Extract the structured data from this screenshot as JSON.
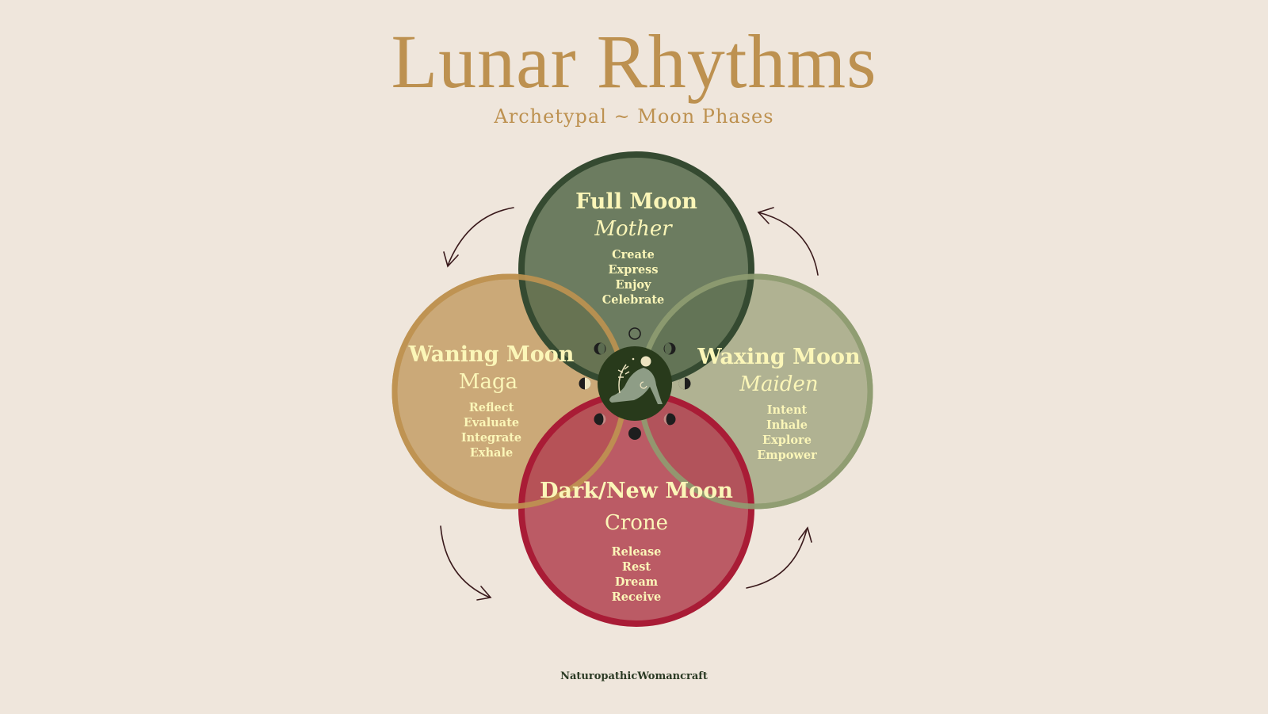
{
  "header": {
    "title": "Lunar Rhythms",
    "subtitle": "Archetypal ~ Moon Phases"
  },
  "colors": {
    "background": "#efe6dc",
    "title": "#bd9150",
    "text_on_circles": "#fbf6b8",
    "full_moon_fill": "#6b7862",
    "full_moon_stroke": "#354a31",
    "waning_fill": "#cba978",
    "waning_stroke": "#bf9352",
    "waxing_fill": "#adb090",
    "waxing_stroke": "#909d72",
    "dark_fill": "#bb5864",
    "dark_stroke": "#a91c36",
    "center_fill": "#283a1b",
    "arrow": "#3a1a1c"
  },
  "phases": {
    "full": {
      "name": "Full Moon",
      "archetype": "Mother",
      "words": [
        "Create",
        "Express",
        "Enjoy",
        "Celebrate"
      ]
    },
    "waning": {
      "name": "Waning Moon",
      "archetype": "Maga",
      "words": [
        "Reflect",
        "Evaluate",
        "Integrate",
        "Exhale"
      ]
    },
    "waxing": {
      "name": "Waxing Moon",
      "archetype": "Maiden",
      "words": [
        "Intent",
        "Inhale",
        "Explore",
        "Empower"
      ]
    },
    "dark": {
      "name": "Dark/New Moon",
      "archetype": "Crone",
      "words": [
        "Release",
        "Rest",
        "Dream",
        "Receive"
      ]
    }
  },
  "center": {
    "icon": "goddess-figure-icon",
    "moon_phase_icons": [
      "full-moon-icon",
      "waning-gibbous-icon",
      "last-quarter-icon",
      "waning-crescent-icon",
      "new-moon-icon",
      "waxing-crescent-icon",
      "first-quarter-icon",
      "waxing-gibbous-icon"
    ]
  },
  "footer": {
    "credit": "NaturopathicWomancraft"
  }
}
